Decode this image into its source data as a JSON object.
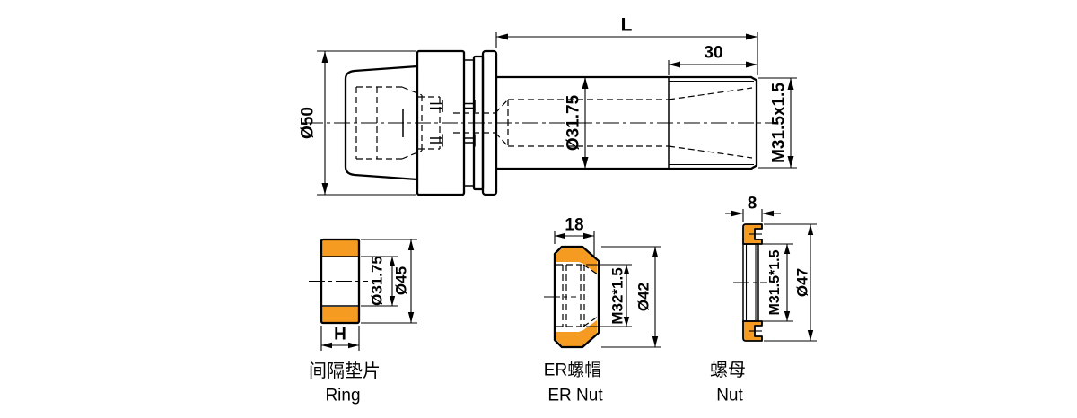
{
  "main_view": {
    "length": "L",
    "thread_length": "30",
    "flange_diameter": "Ø50",
    "shaft_diameter": "Ø31.75",
    "thread_spec": "M31.5x1.5"
  },
  "ring_view": {
    "bore_diameter": "Ø31.75",
    "outer_diameter": "Ø45",
    "width": "H",
    "label_cn": "间隔垫片",
    "label_en": "Ring"
  },
  "er_nut_view": {
    "width": "18",
    "thread_spec": "M32*1.5",
    "outer_diameter": "Ø42",
    "label_cn": "ER螺帽",
    "label_en": "ER Nut"
  },
  "nut_view": {
    "width": "8",
    "thread_spec": "M31.5*1.5",
    "outer_diameter": "Ø47",
    "label_cn": "螺母",
    "label_en": "Nut"
  },
  "colors": {
    "section_fill": "#F59B21",
    "line": "#000000",
    "background": "#FFFFFF"
  }
}
